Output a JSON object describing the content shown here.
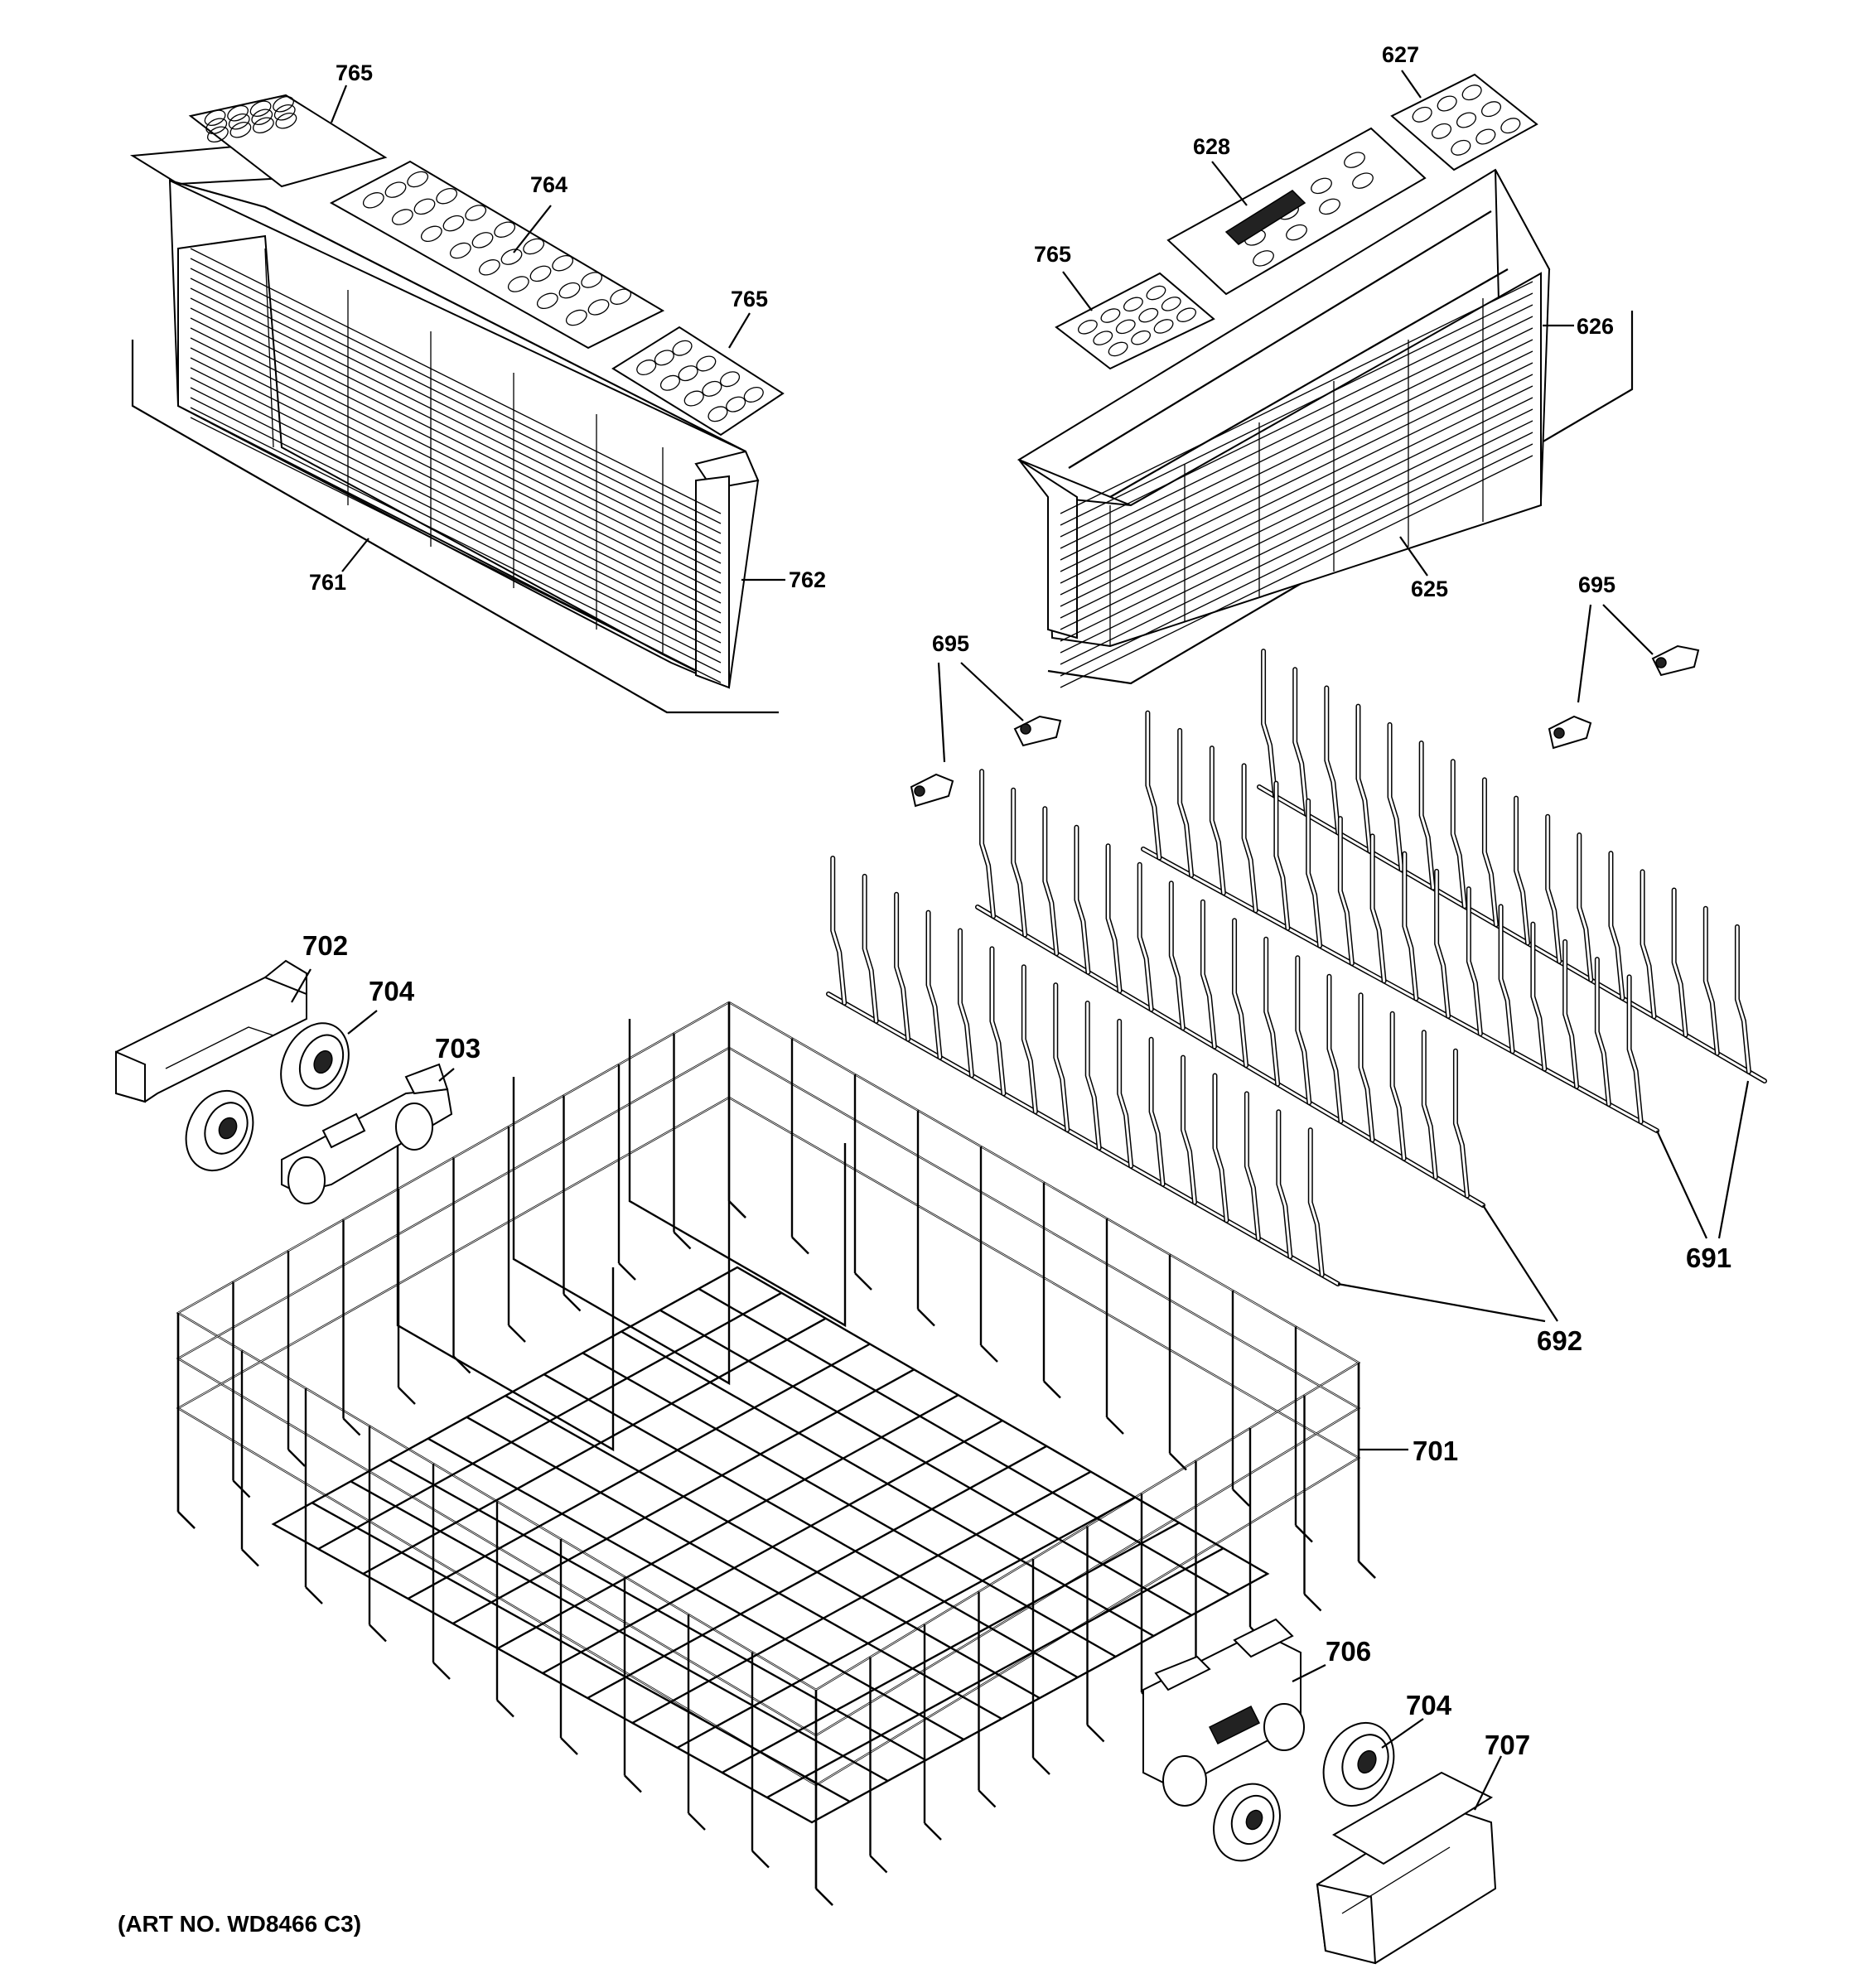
{
  "labels": {
    "p765a": "765",
    "p764": "764",
    "p765b": "765",
    "p761": "761",
    "p762": "762",
    "p627": "627",
    "p628": "628",
    "p765c": "765",
    "p626": "626",
    "p625": "625",
    "p695a": "695",
    "p695b": "695",
    "p702": "702",
    "p704a": "704",
    "p703": "703",
    "p691": "691",
    "p692": "692",
    "p701": "701",
    "p706": "706",
    "p704b": "704",
    "p707": "707"
  },
  "art_no": "(ART NO. WD8466 C3)"
}
